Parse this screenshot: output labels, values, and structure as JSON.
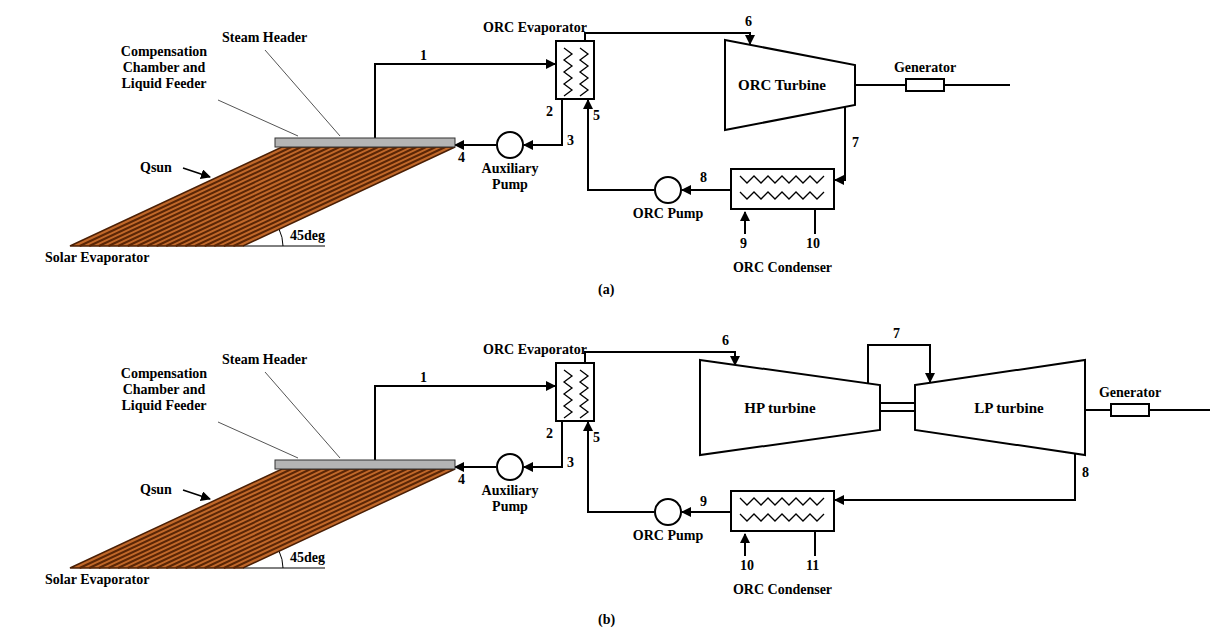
{
  "diagram": {
    "nodes": [
      {
        "text": [
          "ORC Evaporator"
        ]
      },
      {
        "text": [
          "ORC Turbine"
        ]
      },
      {
        "text": [
          "Generator"
        ]
      },
      {
        "text": [
          "ORC Condenser"
        ]
      },
      {
        "text": [
          "ORC Pump"
        ]
      },
      {
        "text": [
          "Auxiliary Pump"
        ]
      },
      {
        "text": [
          "Solar Evaporator"
        ]
      },
      {
        "text": [
          "ORC Evaporator"
        ]
      },
      {
        "text": [
          "HP turbine"
        ]
      },
      {
        "text": [
          "LP turbine"
        ]
      },
      {
        "text": [
          "Generator"
        ]
      },
      {
        "text": [
          "ORC Condenser"
        ]
      },
      {
        "text": [
          "ORC Pump"
        ]
      },
      {
        "text": [
          "Auxiliary Pump"
        ]
      },
      {
        "text": [
          "Solar Evaporator"
        ]
      }
    ],
    "edges": [
      {
        "from": 6,
        "to": 0,
        "arrow": "to"
      },
      {
        "from": 0,
        "to": 1,
        "arrow": "to"
      },
      {
        "from": 1,
        "to": 2,
        "arrow": "none"
      },
      {
        "from": 1,
        "to": 3,
        "arrow": "to"
      },
      {
        "from": 3,
        "to": 4,
        "arrow": "to"
      },
      {
        "from": 4,
        "to": 0,
        "arrow": "to"
      },
      {
        "from": 0,
        "to": 5,
        "arrow": "to"
      },
      {
        "from": 5,
        "to": 6,
        "arrow": "to"
      },
      {
        "from": 14,
        "to": 7,
        "arrow": "to"
      },
      {
        "from": 7,
        "to": 8,
        "arrow": "to"
      },
      {
        "from": 8,
        "to": 9,
        "arrow": "to"
      },
      {
        "from": 9,
        "to": 10,
        "arrow": "none"
      },
      {
        "from": 9,
        "to": 11,
        "arrow": "to"
      },
      {
        "from": 11,
        "to": 12,
        "arrow": "to"
      },
      {
        "from": 12,
        "to": 7,
        "arrow": "to"
      },
      {
        "from": 7,
        "to": 13,
        "arrow": "to"
      },
      {
        "from": 13,
        "to": 14,
        "arrow": "to"
      }
    ],
    "labels": [
      "Compensation Chamber and Liquid Feeder",
      "Steam Header",
      "1",
      "2",
      "3",
      "4",
      "5",
      "6",
      "7",
      "8",
      "9",
      "10",
      "Qsun",
      "45deg",
      "(a)",
      "Compensation Chamber and Liquid Feeder",
      "Steam Header",
      "1",
      "2",
      "3",
      "4",
      "5",
      "6",
      "7",
      "8",
      "9",
      "10",
      "11",
      "Qsun",
      "45deg",
      "(b)"
    ]
  }
}
